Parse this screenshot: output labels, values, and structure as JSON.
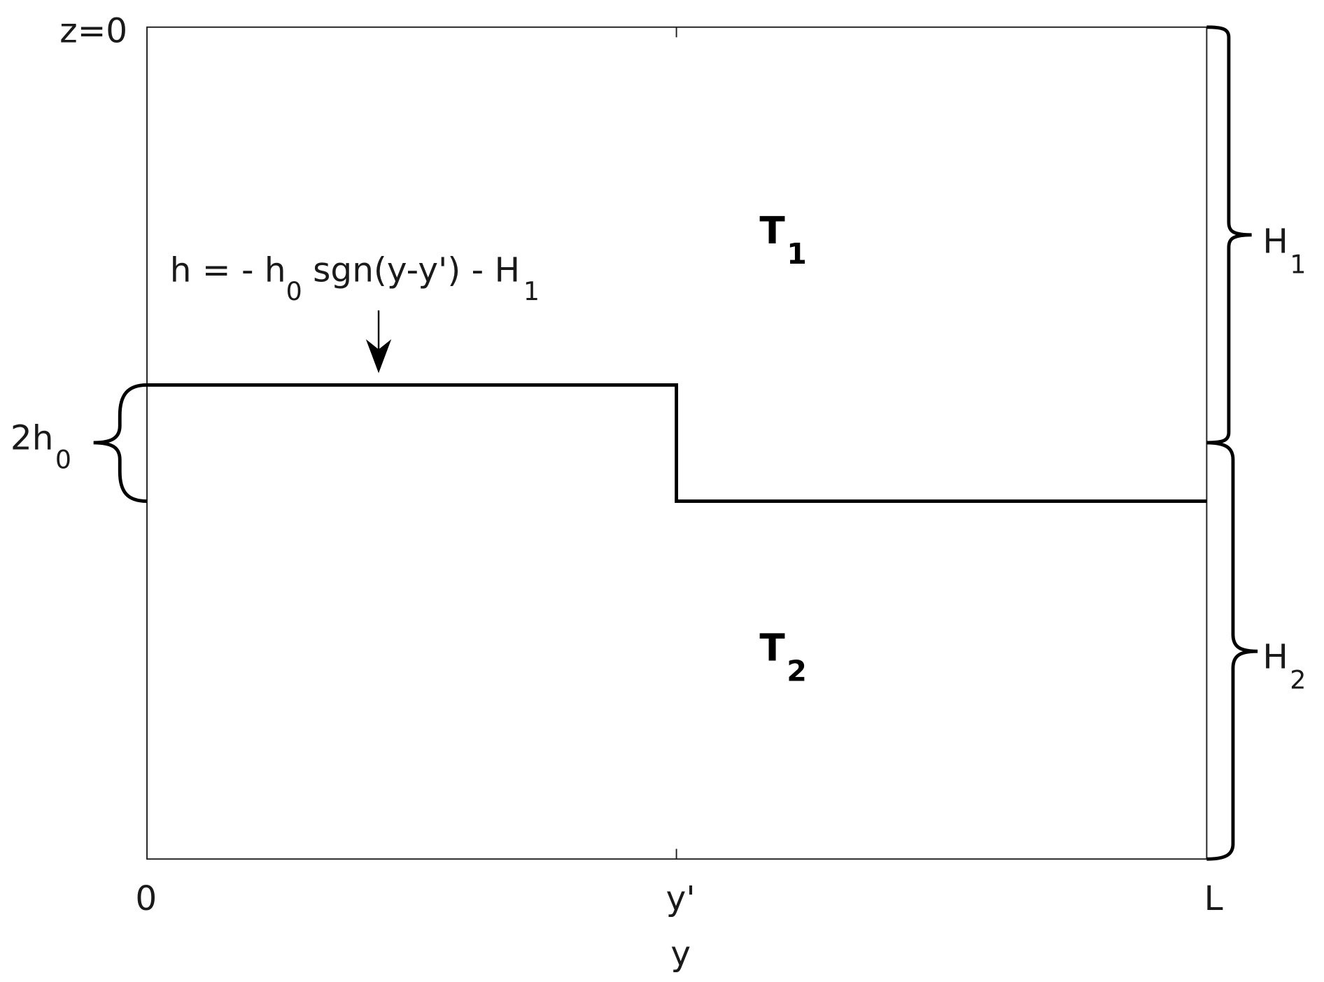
{
  "labels": {
    "z_top": "z=0",
    "x_tick_0": "0",
    "x_tick_mid": "y'",
    "x_tick_end": "L",
    "x_axis": "y",
    "region_top": {
      "main": "T",
      "sub": "1"
    },
    "region_bottom": {
      "main": "T",
      "sub": "2"
    },
    "brace_left": {
      "main": "2h",
      "sub": "0"
    },
    "brace_h1": {
      "main": "H",
      "sub": "1"
    },
    "brace_h2": {
      "main": "H",
      "sub": "2"
    },
    "equation": {
      "part1": "h = - h",
      "sub1": "0",
      "part2": " sgn(y-y') - H",
      "sub2": "1"
    }
  },
  "colors": {
    "line": "#000000",
    "text": "#1a1a1a"
  }
}
